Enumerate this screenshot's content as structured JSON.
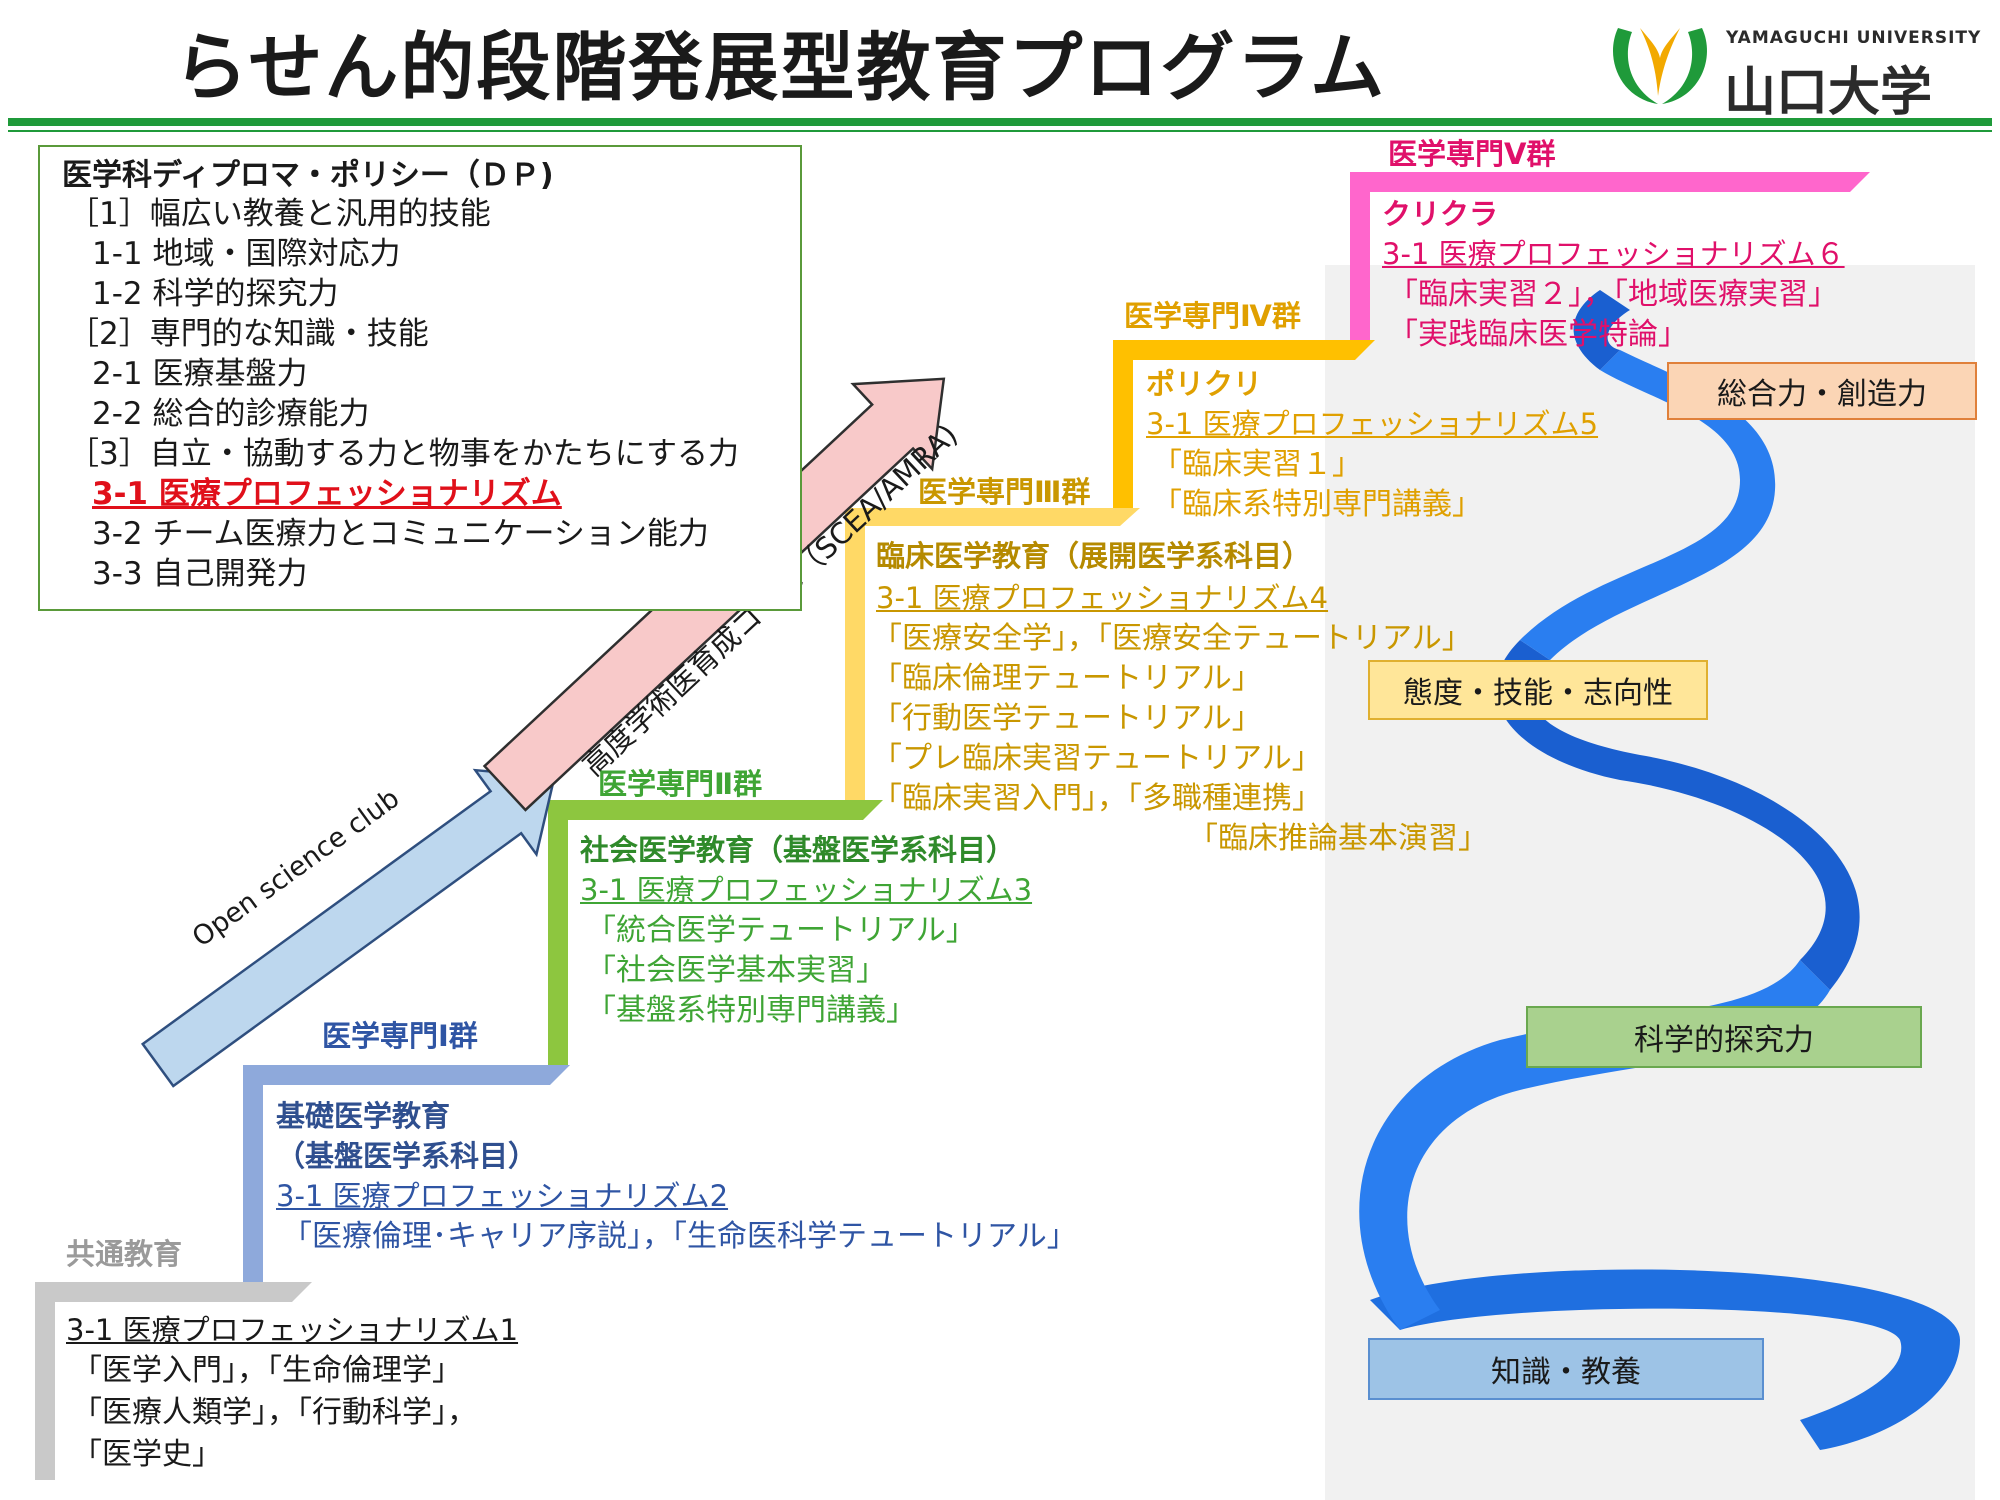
{
  "header": {
    "title": "らせん的段階発展型教育プログラム",
    "logo_en": "YAMAGUCHI UNIVERSITY",
    "logo_jp": "山口大学"
  },
  "dp": {
    "heading": "医学科ディプロマ・ポリシー（ＤＰ)",
    "items": [
      "［1］幅広い教養と汎用的技能",
      "1-1 地域・国際対応力",
      "1-2 科学的探究力",
      "［2］専門的な知識・技能",
      "2-1 医療基盤力",
      "2-2 総合的診療能力",
      "［3］自立・協動する力と物事をかたちにする力",
      "3-1 医療プロフェッショナリズム",
      "3-2 チーム医療力とコミュニケーション能力",
      "3-3 自己開発力"
    ]
  },
  "arrows": {
    "open_science": "Open science club",
    "advanced": "高度学術医育成コース（SCEA/AMRA)"
  },
  "stages": {
    "common": {
      "group": "共通教育",
      "prof": "3-1 医療プロフェッショナリズム1",
      "lines": [
        "「医学入門」，「生命倫理学」",
        "「医療人類学」，「行動科学」，",
        "「医学史」"
      ]
    },
    "g1": {
      "group": "医学専門Ⅰ群",
      "heading1": "基礎医学教育",
      "heading2": "（基盤医学系科目）",
      "prof": "3-1 医療プロフェッショナリズム2",
      "lines": [
        "「医療倫理･キャリア序説」，「生命医科学テュートリアル」"
      ]
    },
    "g2": {
      "group": "医学専門Ⅱ群",
      "heading": "社会医学教育（基盤医学系科目）",
      "prof": "3-1 医療プロフェッショナリズム3",
      "lines": [
        "「統合医学テュートリアル」",
        "「社会医学基本実習」",
        "「基盤系特別専門講義」"
      ]
    },
    "g3": {
      "group": "医学専門Ⅲ群",
      "heading": "臨床医学教育（展開医学系科目）",
      "prof": "3-1 医療プロフェッショナリズム4",
      "lines": [
        "「医療安全学」，「医療安全テュートリアル」",
        "「臨床倫理テュートリアル」",
        "「行動医学テュートリアル」",
        "「プレ臨床実習テュートリアル」",
        "「臨床実習入門」，「多職種連携」",
        "「臨床推論基本演習」"
      ]
    },
    "g4": {
      "group": "医学専門Ⅳ群",
      "heading": "ポリクリ",
      "prof": "3-1 医療プロフェッショナリズム5",
      "lines": [
        "「臨床実習１」",
        "「臨床系特別専門講義」"
      ]
    },
    "g5": {
      "group": "医学専門Ⅴ群",
      "heading": "クリクラ",
      "prof": "3-1 医療プロフェッショナリズム６",
      "lines": [
        "「臨床実習２」，「地域医療実習」",
        "「実践臨床医学特論」"
      ]
    }
  },
  "spiral_labels": {
    "knowledge": "知識・教養",
    "science": "科学的探究力",
    "attitude": "態度・技能・志向性",
    "synthesis": "総合力・創造力"
  },
  "colors": {
    "brand_green": "#1f9a3a",
    "common": "#c9c9c9",
    "g1": "#8ea9db",
    "g2": "#8dc63f",
    "g3": "#ffd966",
    "g4": "#ffc000",
    "g5": "#ff66cc",
    "spiral": "#1f6fe0"
  }
}
